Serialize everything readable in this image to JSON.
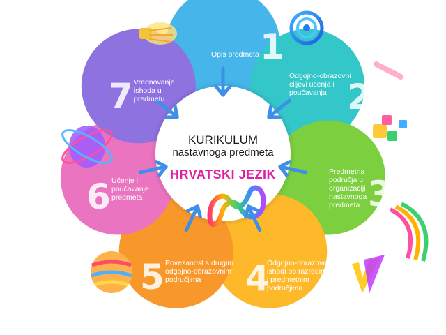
{
  "center": {
    "title_line1": "KURIKULUM",
    "title_line2": "nastavnoga predmeta",
    "subject": "HRVATSKI JEZIK"
  },
  "segments": [
    {
      "number": "1",
      "label": "Opis predmeta",
      "color": "#46b6ea"
    },
    {
      "number": "2",
      "label": "Odgojno-obrazovni\nciljevi učenja i\npoučavanja",
      "color": "#33c7c9"
    },
    {
      "number": "3",
      "label": "Predmetna\npodručja u\norganizaciji\nnastavnoga\npredmeta",
      "color": "#7ccf3f"
    },
    {
      "number": "4",
      "label": "Odgojno-obrazovni\nishodi po razredima\ni predmetnim\npodručjima",
      "color": "#fdb92a"
    },
    {
      "number": "5",
      "label": "Povezanost s drugim\nodgojno-obrazovnim\npodručjima",
      "color": "#f8982b"
    },
    {
      "number": "6",
      "label": "Učenje i\npoučavanje\npredmeta",
      "color": "#ea74c0"
    },
    {
      "number": "7",
      "label": "Vrednovanje\nishoda u\npredmetu",
      "color": "#8e72e0"
    }
  ],
  "colors": {
    "arrow": "#3f8fe8",
    "center_fill": "#ffffff",
    "subject_text": "#e020a0"
  }
}
